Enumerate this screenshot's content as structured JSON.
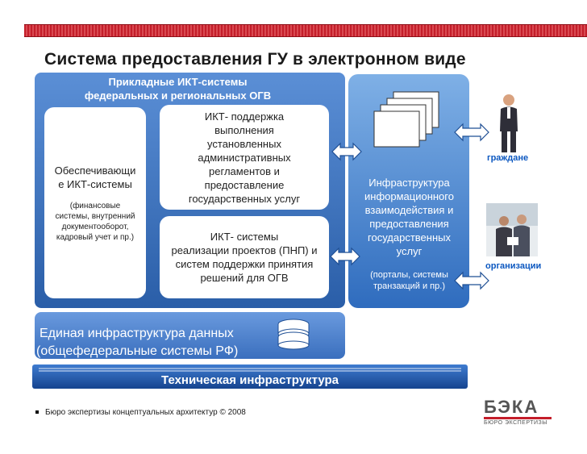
{
  "title": "Система предоставления ГУ в электронном виде",
  "left_panel": {
    "header_line1": "Прикладные ИКТ-системы",
    "header_line2": "федеральных и региональных ОГВ",
    "support_box": {
      "line1": "Обеспечивающи",
      "line2": "е ИКТ-системы",
      "sub1": "(финансовые",
      "sub2": "системы, внутренний",
      "sub3": "документооборот,",
      "sub4": "кадровый учет и пр.)"
    },
    "box_top": {
      "line1": "ИКТ- поддержка",
      "line2": "выполнения",
      "line3": "установленных",
      "line4": "административных",
      "line5": "регламентов и",
      "line6": "предоставление",
      "line7": "государственных услуг"
    },
    "box_bottom": {
      "line1": "ИКТ- системы",
      "line2": "реализации проектов (ПНП) и",
      "line3": "систем поддержки принятия",
      "line4": "решений для ОГВ"
    }
  },
  "data_infra": {
    "line1": "Единая инфраструктура данных",
    "line2": "(общефедеральные системы РФ)"
  },
  "right_panel": {
    "line1": "Инфраструктура",
    "line2": "информационного",
    "line3": "взаимодействия и",
    "line4": "предоставления",
    "line5": "государственных",
    "line6": "услуг",
    "sub1": "(порталы, системы",
    "sub2": "транзакций и пр.)"
  },
  "labels": {
    "citizens": "граждане",
    "organizations": "организации"
  },
  "tech_infra": "Техническая инфраструктура",
  "copyright": "Бюро экспертизы концептуальных архитектур © 2008",
  "logo": {
    "main": "БЭКА",
    "sub": "БЮРО ЭКСПЕРТИЗЫ"
  },
  "colors": {
    "accent_red": "#c41e2a",
    "panel_blue": "#2a5ea8",
    "text_dark": "#1b1b1b"
  }
}
